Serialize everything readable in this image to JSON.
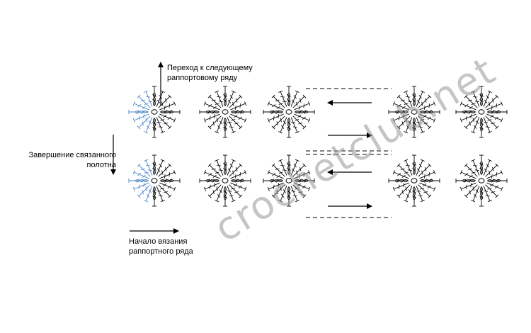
{
  "labels": {
    "next_line1": "Переход к следующему",
    "next_line2": "раппортовому ряду",
    "finish_line1": "Завершение связанного",
    "finish_line2": "полотна",
    "start_line1": "Начало вязания",
    "start_line2": "раппортного ряда"
  },
  "watermark": "crochetclub.net",
  "colors": {
    "stitch": "#000000",
    "finishing_stitch": "#4a86c8",
    "watermark": "#969696"
  },
  "motif_grid": {
    "rows": 2,
    "columns_shown": 5,
    "first_column_partial": true
  },
  "icons": [
    "arrow-up-icon",
    "arrow-down-icon",
    "arrow-right-icon",
    "arrow-left-icon"
  ]
}
